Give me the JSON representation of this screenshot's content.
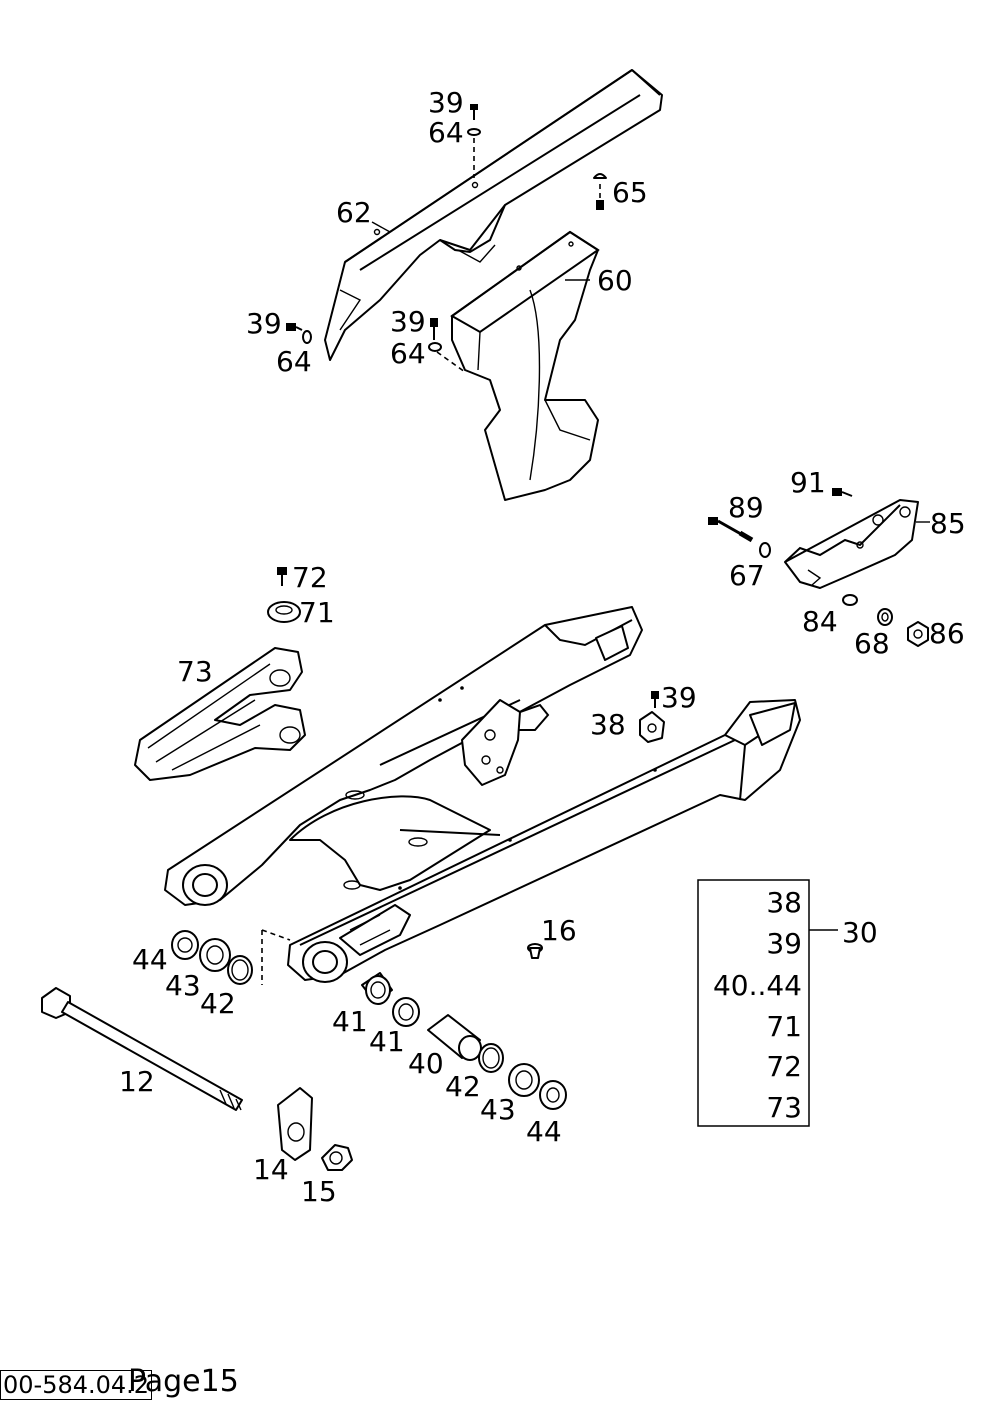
{
  "callouts": {
    "c39a": "39",
    "c64a": "64",
    "c65": "65",
    "c62": "62",
    "c60": "60",
    "c39b": "39",
    "c64b": "64",
    "c39c": "39",
    "c64c": "64",
    "c91": "91",
    "c89": "89",
    "c85": "85",
    "c67": "67",
    "c84": "84",
    "c68": "68",
    "c86": "86",
    "c72": "72",
    "c71": "71",
    "c73": "73",
    "c39d": "39",
    "c38": "38",
    "c16": "16",
    "c44a": "44",
    "c43a": "43",
    "c42a": "42",
    "c12": "12",
    "c41a": "41",
    "c41b": "41",
    "c40": "40",
    "c42b": "42",
    "c43b": "43",
    "c44b": "44",
    "c14": "14",
    "c15": "15",
    "c30": "30"
  },
  "kit_box": {
    "label": "30",
    "items": [
      "38",
      "39",
      "40..44",
      "71",
      "72",
      "73"
    ]
  },
  "footer": {
    "code": "00-584.04.2",
    "page": "Page15"
  }
}
